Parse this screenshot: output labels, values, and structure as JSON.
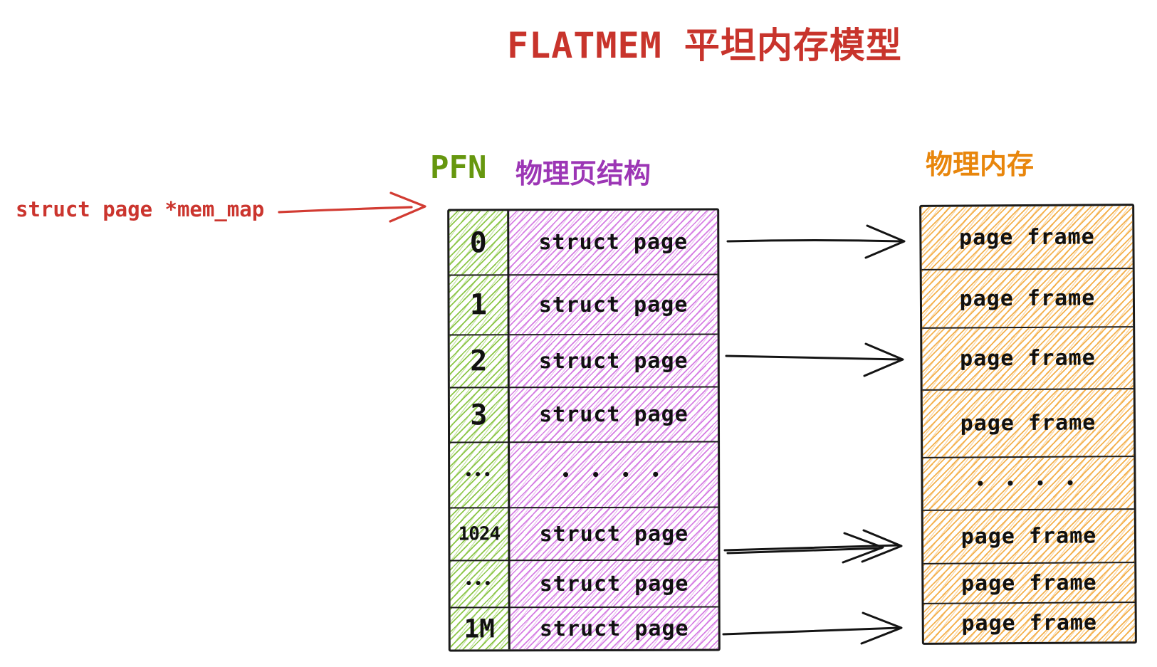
{
  "title": "FLATMEM  平坦内存模型",
  "pointer": {
    "label": "struct page *mem_map"
  },
  "headers": {
    "pfn": "PFN",
    "page_struct": "物理页结构",
    "phys_mem": "物理内存"
  },
  "mem_map_table": {
    "rows": [
      {
        "pfn": "0",
        "cell": "struct page"
      },
      {
        "pfn": "1",
        "cell": "struct page"
      },
      {
        "pfn": "2",
        "cell": "struct page"
      },
      {
        "pfn": "3",
        "cell": "struct page"
      },
      {
        "pfn": "•••",
        "cell": "• • • •"
      },
      {
        "pfn": "1024",
        "cell": "struct page"
      },
      {
        "pfn": "•••",
        "cell": "struct page"
      },
      {
        "pfn": "1M",
        "cell": "struct page"
      }
    ]
  },
  "phys_mem_table": {
    "rows": [
      {
        "cell": "page frame"
      },
      {
        "cell": "page frame"
      },
      {
        "cell": "page frame"
      },
      {
        "cell": "page frame"
      },
      {
        "cell": "• • • •"
      },
      {
        "cell": "page frame"
      },
      {
        "cell": "page frame"
      },
      {
        "cell": "page frame"
      }
    ]
  },
  "colors": {
    "title_red": "#c8342c",
    "pfn_green": "#66970f",
    "page_struct_purple": "#9c36b5",
    "phys_mem_orange": "#e8860c",
    "ink_black": "#141414",
    "arrow_red": "#d23b32"
  }
}
